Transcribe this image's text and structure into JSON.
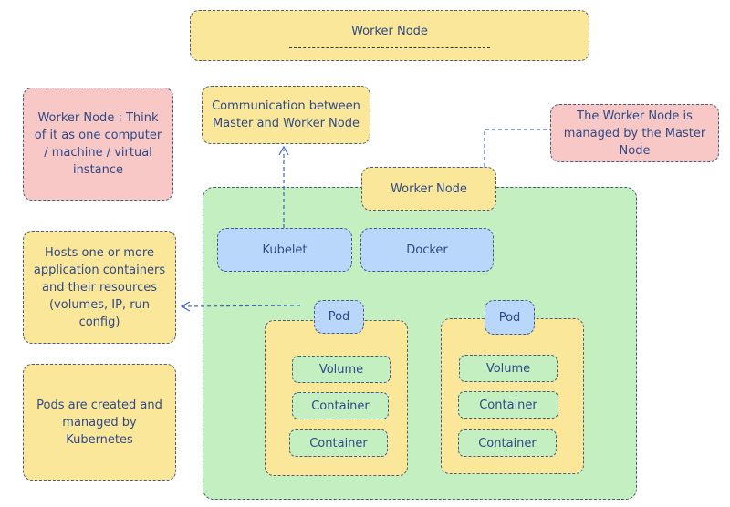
{
  "title": "Worker Node",
  "notes": {
    "worker_node": "Worker Node : Think of it as one computer / machine / virtual instance",
    "communication": "Communication between Master and Worker Node",
    "managed": "The Worker Node is managed by the Master Node",
    "hosts": "Hosts one or more application containers and their resources (volumes, IP, run config)",
    "pods_created": "Pods are created and managed by Kubernetes"
  },
  "worker_node_label": "Worker Node",
  "kubelet": "Kubelet",
  "docker": "Docker",
  "pods": [
    {
      "label": "Pod",
      "volume": "Volume",
      "containers": [
        "Container",
        "Container"
      ]
    },
    {
      "label": "Pod",
      "volume": "Volume",
      "containers": [
        "Container",
        "Container"
      ]
    }
  ],
  "colors": {
    "yellow": "#fbe79a",
    "pink": "#f7c8c6",
    "green": "#c3efc1",
    "blue": "#b9d7fb",
    "text": "#2f4a86"
  }
}
